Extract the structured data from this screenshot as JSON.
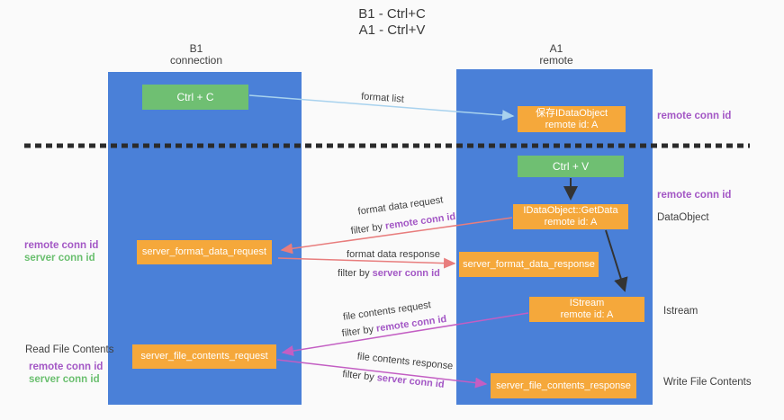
{
  "title": {
    "line1": "B1 - Ctrl+C",
    "line2": "A1 - Ctrl+V"
  },
  "columns": {
    "left": {
      "header_line1": "B1",
      "header_line2": "connection"
    },
    "right": {
      "header_line1": "A1",
      "header_line2": "remote"
    }
  },
  "boxes": {
    "ctrl_c": "Ctrl + C",
    "ctrl_v": "Ctrl + V",
    "save_idataobject": {
      "line1": "保存IDataObject",
      "line2": "remote id: A"
    },
    "getdata": {
      "line1": "IDataObject::GetData",
      "line2": "remote id: A"
    },
    "istream": {
      "line1": "IStream",
      "line2": "remote id: A"
    },
    "server_format_data_request": "server_format_data_request",
    "server_format_data_response": "server_format_data_response",
    "server_file_contents_request": "server_file_contents_request",
    "server_file_contents_response": "server_file_contents_response"
  },
  "arrow_labels": {
    "format_list": "format list",
    "format_data_request": "format data request",
    "format_data_response": "format data response",
    "file_contents_request": "file contents request",
    "file_contents_response": "file contents response",
    "filter_by": "filter by ",
    "remote_conn_id": "remote conn id",
    "server_conn_id": "server conn id"
  },
  "side_labels": {
    "remote_conn_id": "remote conn id",
    "server_conn_id": "server conn id",
    "dataobject": "DataObject",
    "istream": "Istream",
    "read_file_contents": "Read File Contents",
    "write_file_contents": "Write File Contents"
  },
  "colors": {
    "column_blue": "#4a80d8",
    "box_green": "#6fbf72",
    "box_orange": "#f5a83b",
    "arrow_lightblue": "#a8d2ee",
    "arrow_salmon": "#e87d7d",
    "arrow_magenta": "#c35ec3",
    "arrow_black": "#333333",
    "text_purple": "#a357c5",
    "text_green": "#6abf6f",
    "divider_dash": "#2b2b2b"
  }
}
